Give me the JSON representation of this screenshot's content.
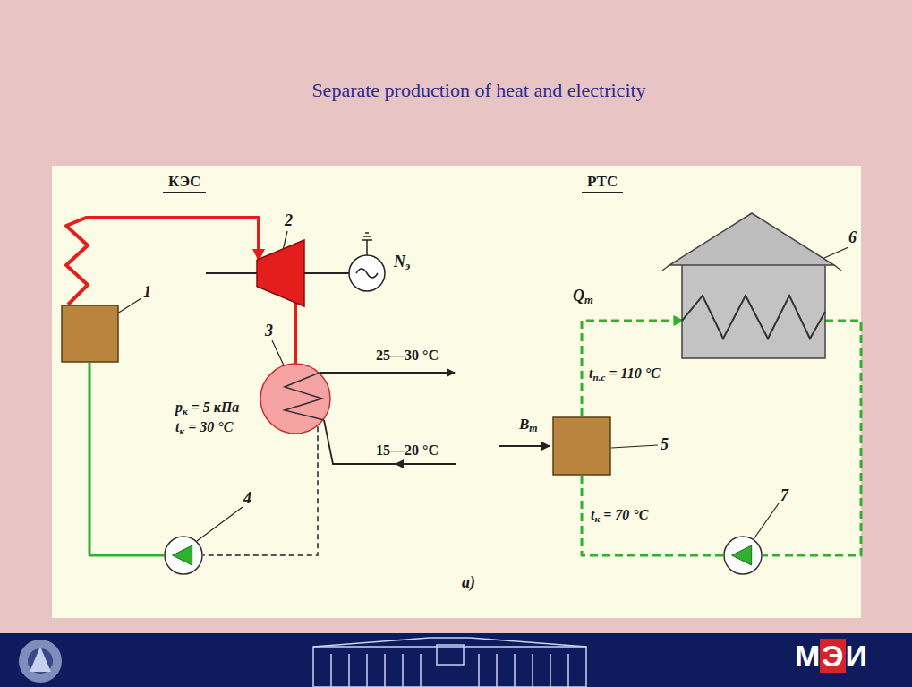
{
  "diagram": {
    "title": "Separate production of heat and electricity",
    "nodes": [
      {
        "text": [
          "1"
        ]
      },
      {
        "text": [
          "2"
        ]
      },
      {
        "text": [
          "3"
        ]
      },
      {
        "text": [
          "4"
        ]
      },
      {
        "text": [
          "5"
        ]
      },
      {
        "text": [
          "6"
        ]
      },
      {
        "text": [
          "7"
        ]
      }
    ],
    "edges": [
      {
        "from": 0,
        "to": 1,
        "arrow": "to"
      },
      {
        "from": 1,
        "to": 2,
        "arrow": "none"
      },
      {
        "from": 2,
        "to": 3,
        "arrow": "none"
      },
      {
        "from": 3,
        "to": 0,
        "arrow": "none"
      },
      {
        "from": 4,
        "to": 5,
        "arrow": "to"
      },
      {
        "from": 5,
        "to": 6,
        "arrow": "none"
      },
      {
        "from": 6,
        "to": 4,
        "arrow": "none"
      }
    ],
    "labels": [
      "КЭС",
      "РТС",
      "Nэ",
      "25—30 °C",
      "pк = 5 кПа",
      "tк = 30 °C",
      "15—20 °C",
      "Qт",
      "tп.с = 110 °C",
      "Bт",
      "tк = 70 °C",
      "a)",
      "МЭИ"
    ]
  }
}
